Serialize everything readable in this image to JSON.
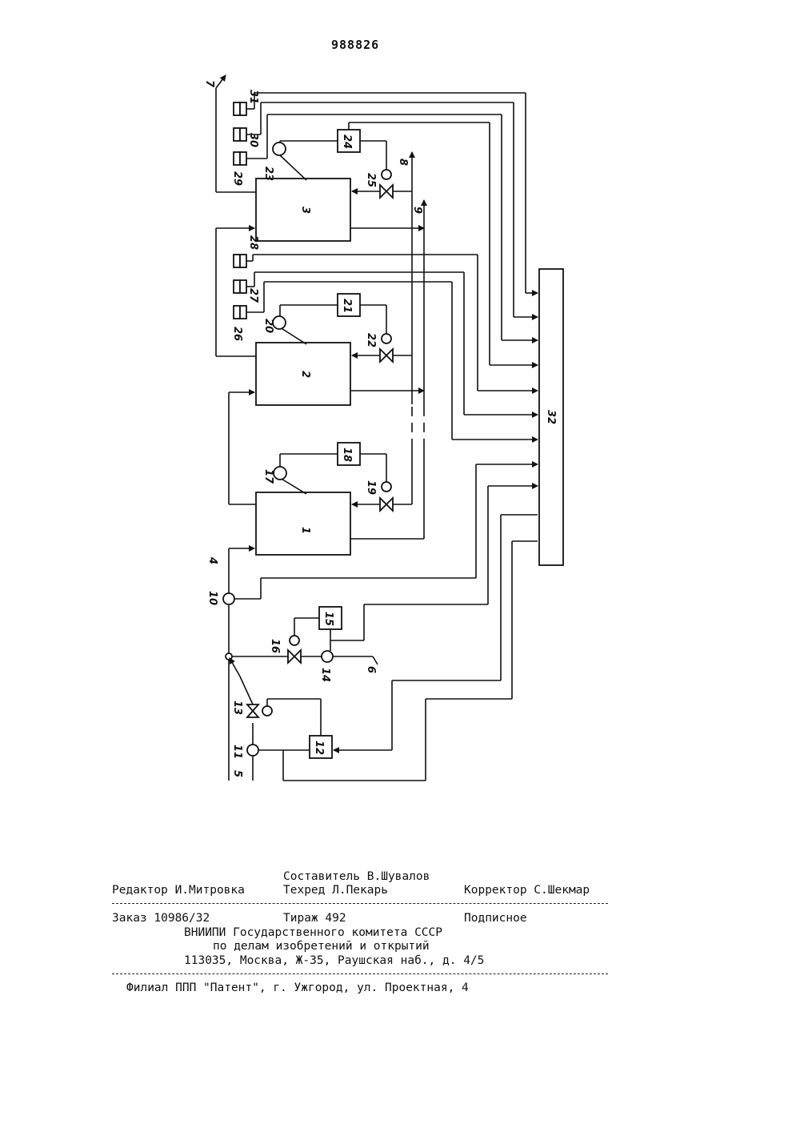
{
  "page_number": "988826",
  "diagram": {
    "labels": {
      "u1": "1",
      "u2": "2",
      "u3": "3",
      "l4": "4",
      "l5": "5",
      "l6": "6",
      "l7": "7",
      "l8": "8",
      "l9": "9",
      "l10": "10",
      "l11": "11",
      "l12": "12",
      "l13": "13",
      "l14": "14",
      "l15": "15",
      "l16": "16",
      "l17": "17",
      "l18": "18",
      "l19": "19",
      "l20": "20",
      "l21": "21",
      "l22": "22",
      "l23": "23",
      "l24": "24",
      "l25": "25",
      "l26": "26",
      "l27": "27",
      "l28": "28",
      "l29": "29",
      "l30": "30",
      "l31": "31",
      "l32": "32"
    }
  },
  "footer": {
    "compiler": "Составитель В.Шувалов",
    "editor": "Редактор И.Митровка",
    "techred": "Техред Л.Пекарь",
    "corrector": "Корректор С.Шекмар",
    "order": "Заказ 10986/32",
    "circulation": "Тираж 492",
    "subscription": "Подписное",
    "org_line1": "ВНИИПИ Государственного комитета СССР",
    "org_line2": "по делам изобретений и открытий",
    "org_address": "113035, Москва, Ж-35, Раушская наб., д. 4/5",
    "branch": "Филиал ППП \"Патент\", г. Ужгород, ул. Проектная, 4"
  }
}
